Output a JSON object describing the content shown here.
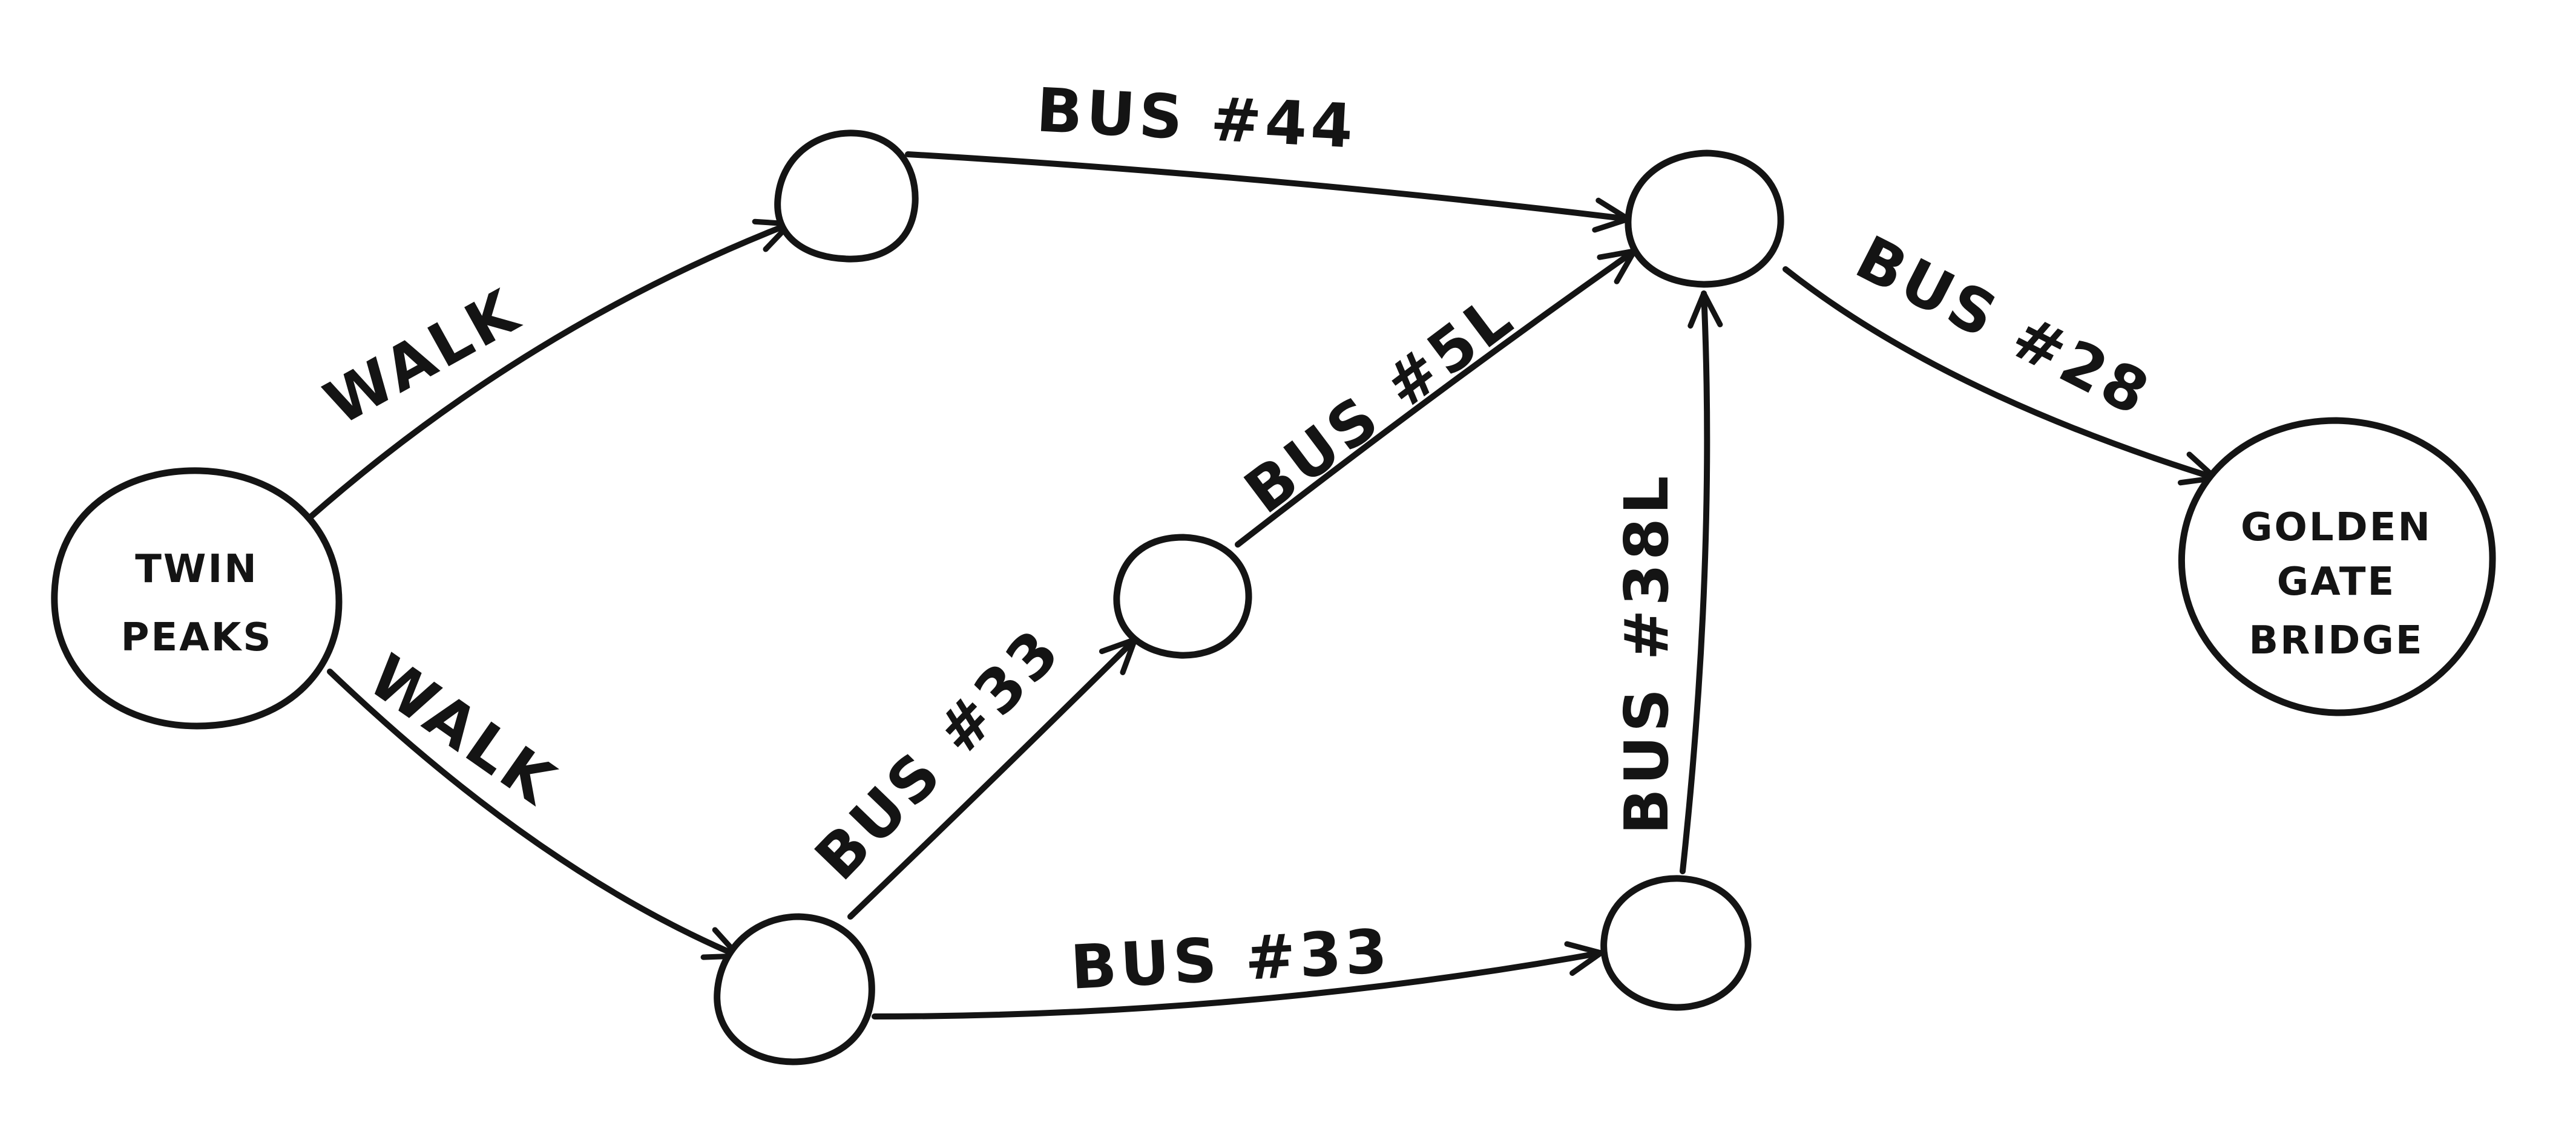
{
  "diagram": {
    "nodes": {
      "twin_peaks": {
        "lines": [
          "TWIN",
          "PEAKS"
        ]
      },
      "golden_gate_bridge": {
        "lines": [
          "GOLDEN",
          "GATE",
          "BRIDGE"
        ]
      },
      "stop_a": {
        "lines": []
      },
      "stop_b": {
        "lines": []
      },
      "stop_c": {
        "lines": []
      },
      "stop_d": {
        "lines": []
      },
      "stop_e": {
        "lines": []
      }
    },
    "edges": {
      "walk_top": {
        "from": "TWIN PEAKS",
        "to": "stop_a",
        "label": "WALK"
      },
      "walk_bottom": {
        "from": "TWIN PEAKS",
        "to": "stop_b",
        "label": "WALK"
      },
      "bus44": {
        "from": "stop_a",
        "to": "stop_c",
        "label": "BUS #44"
      },
      "bus33_up": {
        "from": "stop_b",
        "to": "stop_d",
        "label": "BUS #33"
      },
      "bus33_right": {
        "from": "stop_b",
        "to": "stop_e",
        "label": "BUS #33"
      },
      "bus5l": {
        "from": "stop_d",
        "to": "stop_c",
        "label": "BUS #5L"
      },
      "bus38l": {
        "from": "stop_e",
        "to": "stop_c",
        "label": "BUS #38L"
      },
      "bus28": {
        "from": "stop_c",
        "to": "GOLDEN GATE BRIDGE",
        "label": "BUS #28"
      }
    },
    "colors": {
      "ink": "#141414",
      "paper": "#ffffff"
    }
  }
}
